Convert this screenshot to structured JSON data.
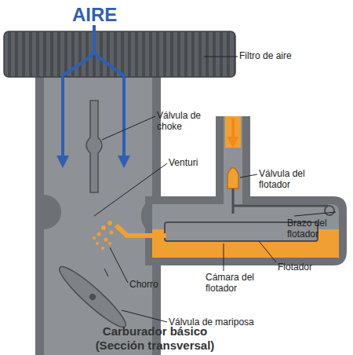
{
  "diagram": {
    "caption": "Carburador básico (Sección transversal)",
    "labels": [
      "AIRE",
      "Filtro de aire",
      "Válvula de choke",
      "Venturi",
      "Válvula del flotador",
      "Brazo del flotador",
      "Flotador",
      "Cámara del flotador",
      "Chorro",
      "Válvula de mariposa"
    ]
  }
}
